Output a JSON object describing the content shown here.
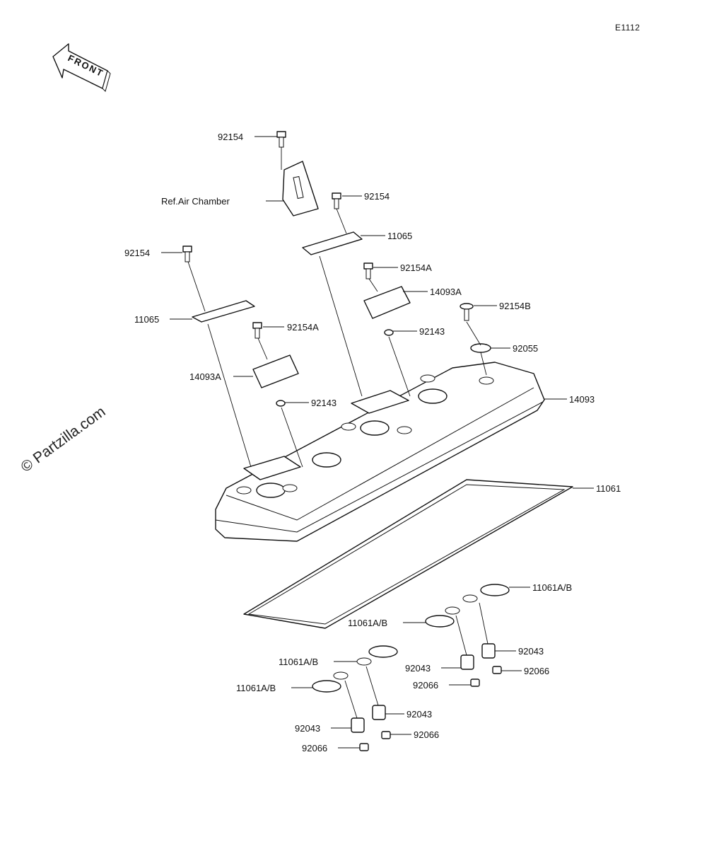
{
  "diagram_code": "E1112",
  "front_label": "FRONT",
  "watermark": "© Partzilla.com",
  "ref_label": "Ref.Air Chamber",
  "callouts": {
    "bolt_top": "92154",
    "bolt_right": "92154",
    "plate_right": "11065",
    "bolt_left": "92154",
    "plate_left": "11065",
    "bolt_a_right": "92154A",
    "bracket_right": "14093A",
    "bolt_b": "92154B",
    "washer_right": "92143",
    "seal_92055": "92055",
    "bolt_a_left": "92154A",
    "bracket_left": "14093A",
    "washer_left": "92143",
    "cover": "14093",
    "gasket": "11061",
    "ring_r1": "11061A/B",
    "ring_r2": "11061A/B",
    "dowel_r1": "92043",
    "dowel_r2": "92043",
    "cap_r1": "92066",
    "cap_r2": "92066",
    "ring_l1": "11061A/B",
    "ring_l2": "11061A/B",
    "dowel_l1": "92043",
    "dowel_l2": "92043",
    "cap_l1": "92066",
    "cap_l2": "92066"
  }
}
